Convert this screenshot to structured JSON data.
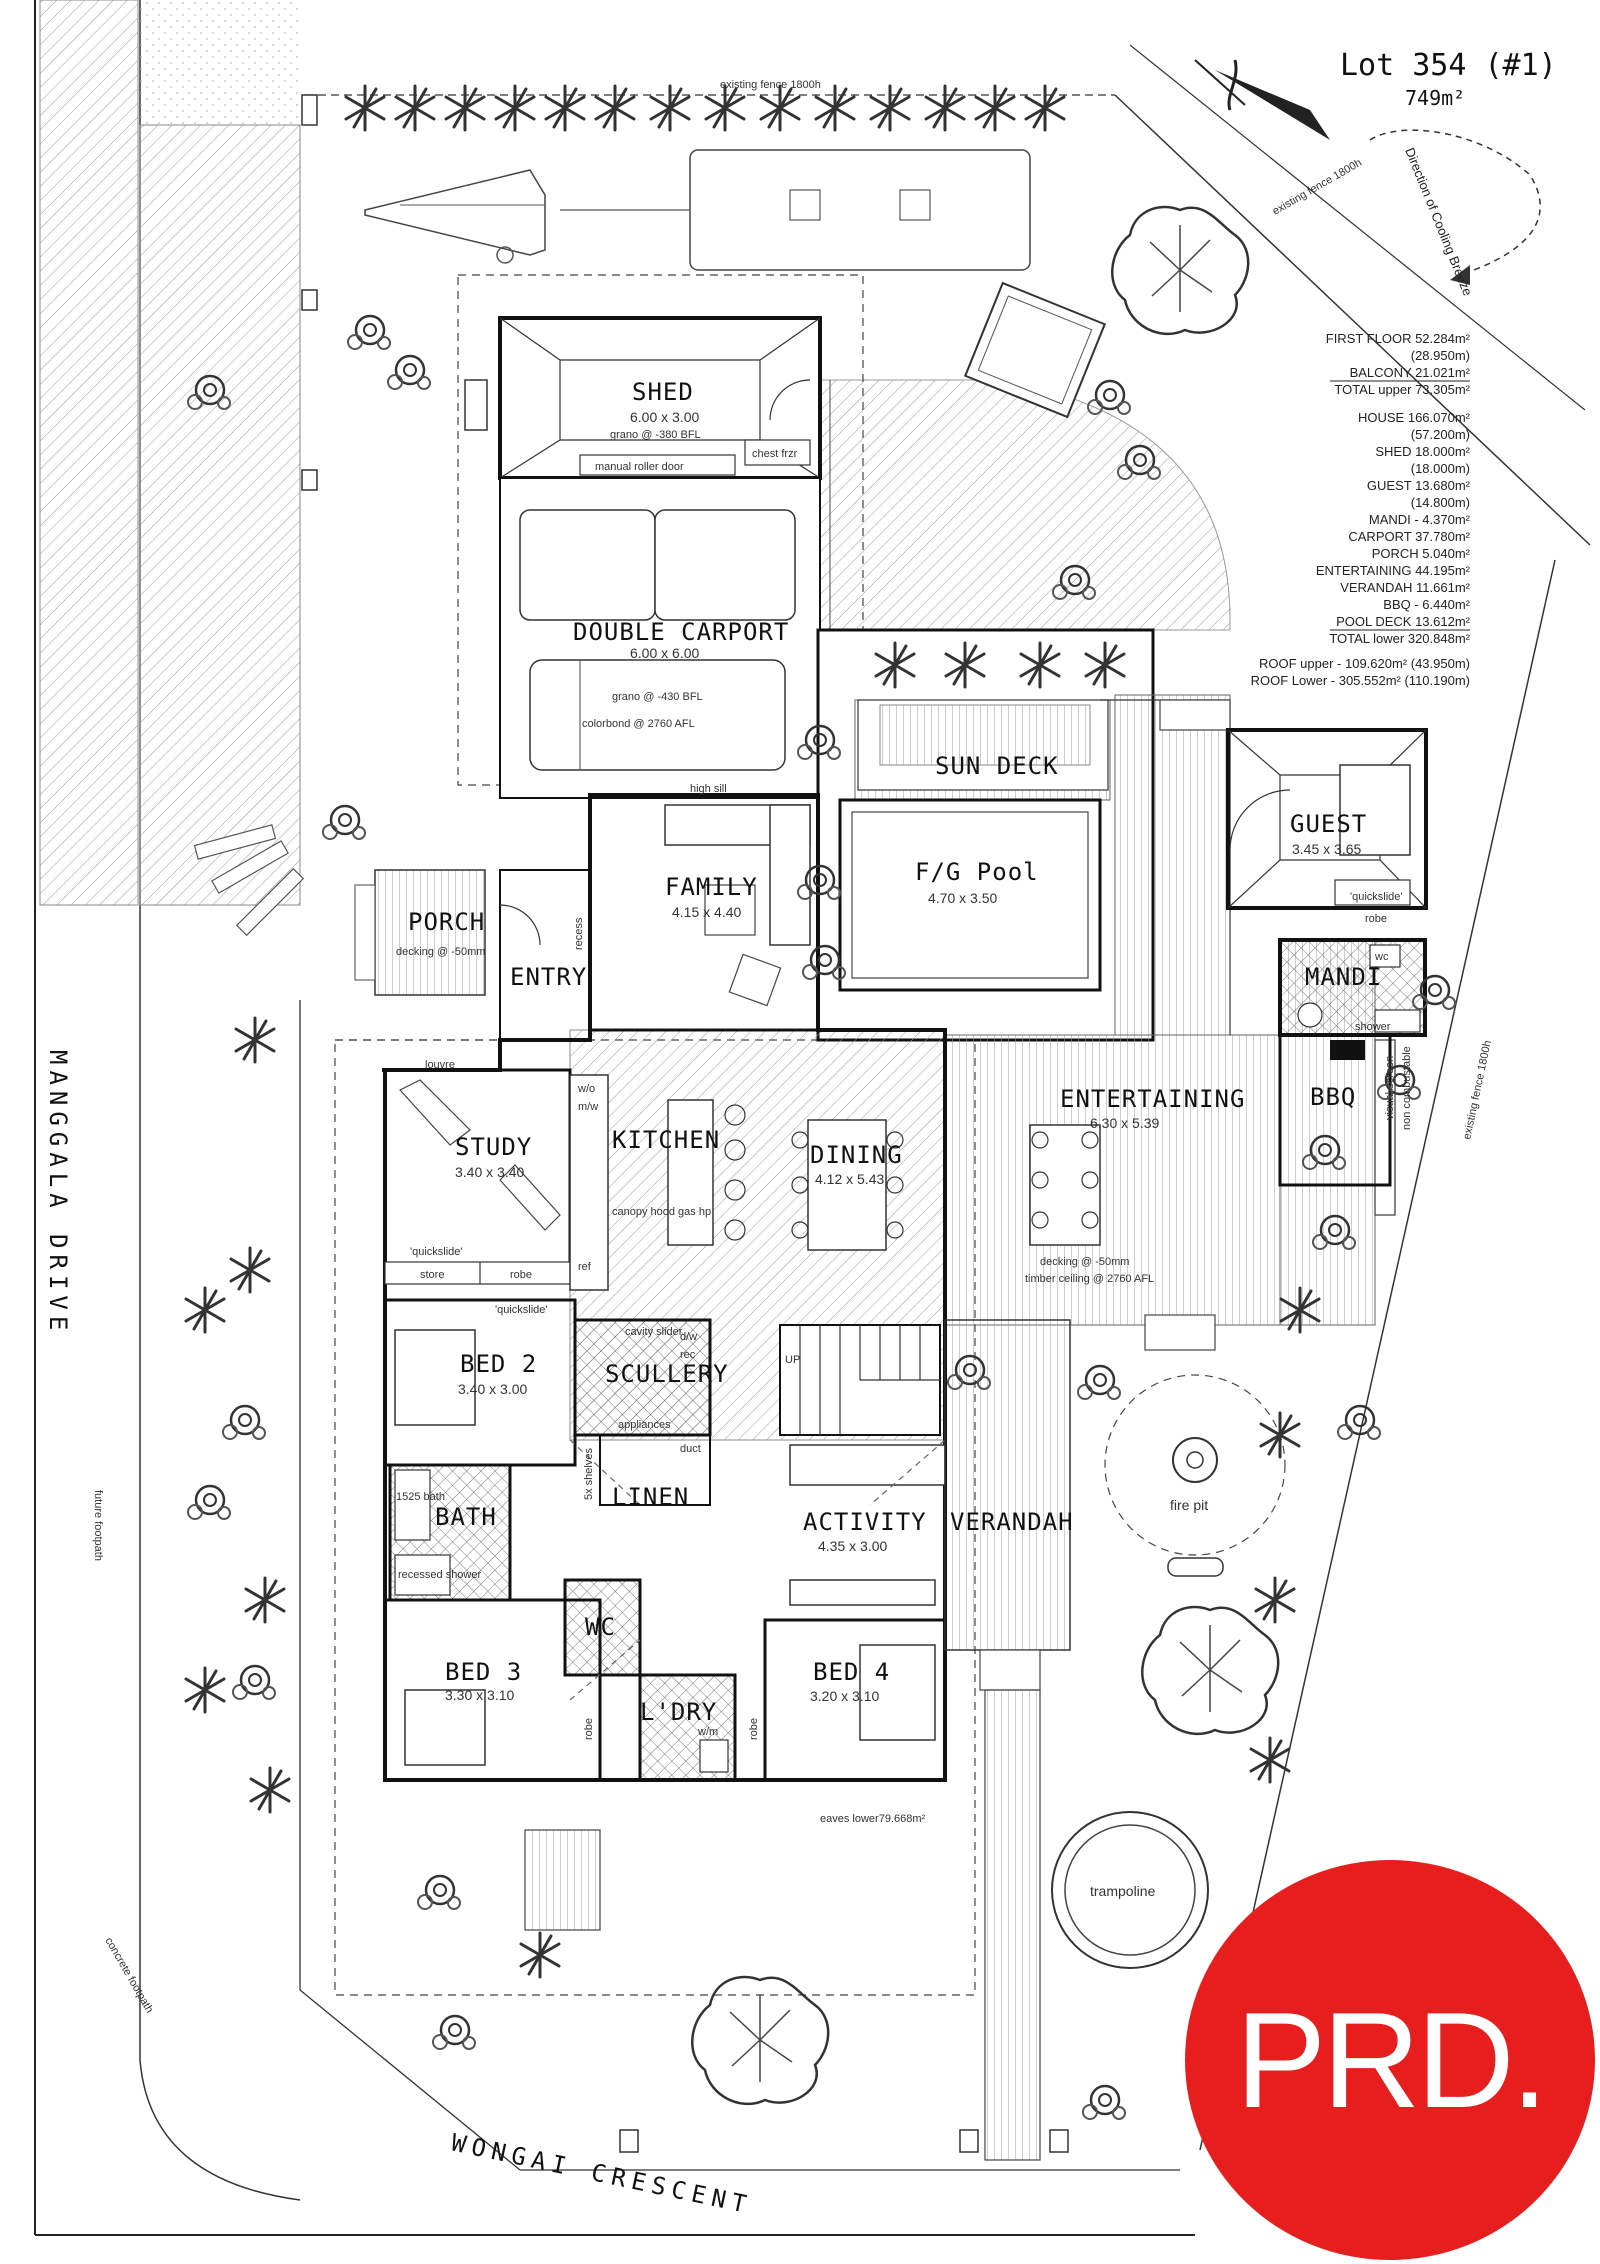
{
  "lot": {
    "title": "Lot 354 (#1)",
    "area": "749m²"
  },
  "breeze": "Direction of Cooling Breeze",
  "streets": {
    "west": "MANGGALA DRIVE",
    "south": "WONGAI CRESCENT"
  },
  "notes": {
    "fence_top": "existing fence 1800h",
    "fence_ne": "existing fence 1800h",
    "fence_e": "existing fence 1800h",
    "future_footpath": "future footpath",
    "concrete_footpath": "concrete footpath",
    "eaves": "eaves lower79.668m²",
    "visual_screen": "visual screen",
    "non_combustable": "non combustable",
    "high_sill": "high sill",
    "louvre": "louvre",
    "recess": "recess",
    "manual_roller": "manual roller door",
    "chest_frzr": "chest frzr",
    "quickslide": "'quickslide'",
    "robe": "robe",
    "store": "store",
    "up": "UP",
    "decking_porch": "decking @ -50mm",
    "decking_ent": "decking @ -50mm",
    "timber_ceiling": "timber ceiling @ 2760 AFL",
    "carport_grano": "grano @ -430 BFL",
    "carport_colorbond": "colorbond @ 2760 AFL",
    "shed_grano": "grano @ -380 BFL",
    "kitchen_canopy": "canopy hood gas hp",
    "scullery_cavity": "cavity slider",
    "scullery_appliances": "appliances",
    "dw": "d/w",
    "rec": "rec",
    "wo": "w/o",
    "mw": "m/w",
    "ref": "ref",
    "duct": "duct",
    "shelves": "5x shelves",
    "bath_1525": "1525 bath",
    "recessed_shower": "recessed shower",
    "wm": "w/m",
    "shower": "shower",
    "wc": "wc"
  },
  "areas": [
    "FIRST FLOOR 52.284m²",
    "(28.950m)",
    "BALCONY 21.021m²",
    "TOTAL upper 73.305m²",
    "HOUSE 166.070m²",
    "(57.200m)",
    "SHED 18.000m²",
    "(18.000m)",
    "GUEST 13.680m²",
    "(14.800m)",
    "MANDI - 4.370m²",
    "CARPORT 37.780m²",
    "PORCH 5.040m²",
    "ENTERTAINING 44.195m²",
    "VERANDAH 11.661m²",
    "BBQ - 6.440m²",
    "POOL DECK 13.612m²",
    "TOTAL lower 320.848m²",
    "ROOF upper - 109.620m² (43.950m)",
    "ROOF Lower - 305.552m² (110.190m)"
  ],
  "rooms": {
    "shed": {
      "name": "SHED",
      "dim": "6.00 x 3.00"
    },
    "carport": {
      "name": "DOUBLE CARPORT",
      "dim": "6.00 x 6.00"
    },
    "sundeck": {
      "name": "SUN DECK"
    },
    "pool": {
      "name": "F/G Pool",
      "dim": "4.70 x 3.50"
    },
    "guest": {
      "name": "GUEST",
      "dim": "3.45 x 3.65"
    },
    "mandi": {
      "name": "MANDI"
    },
    "bbq": {
      "name": "BBQ"
    },
    "porch": {
      "name": "PORCH"
    },
    "entry": {
      "name": "ENTRY"
    },
    "family": {
      "name": "FAMILY",
      "dim": "4.15 x 4.40"
    },
    "study": {
      "name": "STUDY",
      "dim": "3.40 x 3.40"
    },
    "kitchen": {
      "name": "KITCHEN"
    },
    "dining": {
      "name": "DINING",
      "dim": "4.12 x 5.43"
    },
    "entertaining": {
      "name": "ENTERTAINING",
      "dim": "6.30 x 5.39"
    },
    "bed2": {
      "name": "BED 2",
      "dim": "3.40 x 3.00"
    },
    "scullery": {
      "name": "SCULLERY"
    },
    "linen": {
      "name": "LINEN"
    },
    "bath": {
      "name": "BATH"
    },
    "activity": {
      "name": "ACTIVITY",
      "dim": "4.35 x 3.00"
    },
    "verandah": {
      "name": "VERANDAH"
    },
    "wc": {
      "name": "WC"
    },
    "bed3": {
      "name": "BED 3",
      "dim": "3.30 x 3.10"
    },
    "laundry": {
      "name": "L'DRY"
    },
    "bed4": {
      "name": "BED 4",
      "dim": "3.20 x 3.10"
    }
  },
  "features": {
    "firepit": "fire pit",
    "trampoline": "trampoline"
  },
  "brand": {
    "logo": "PRD.",
    "color": "#e61e1e"
  }
}
